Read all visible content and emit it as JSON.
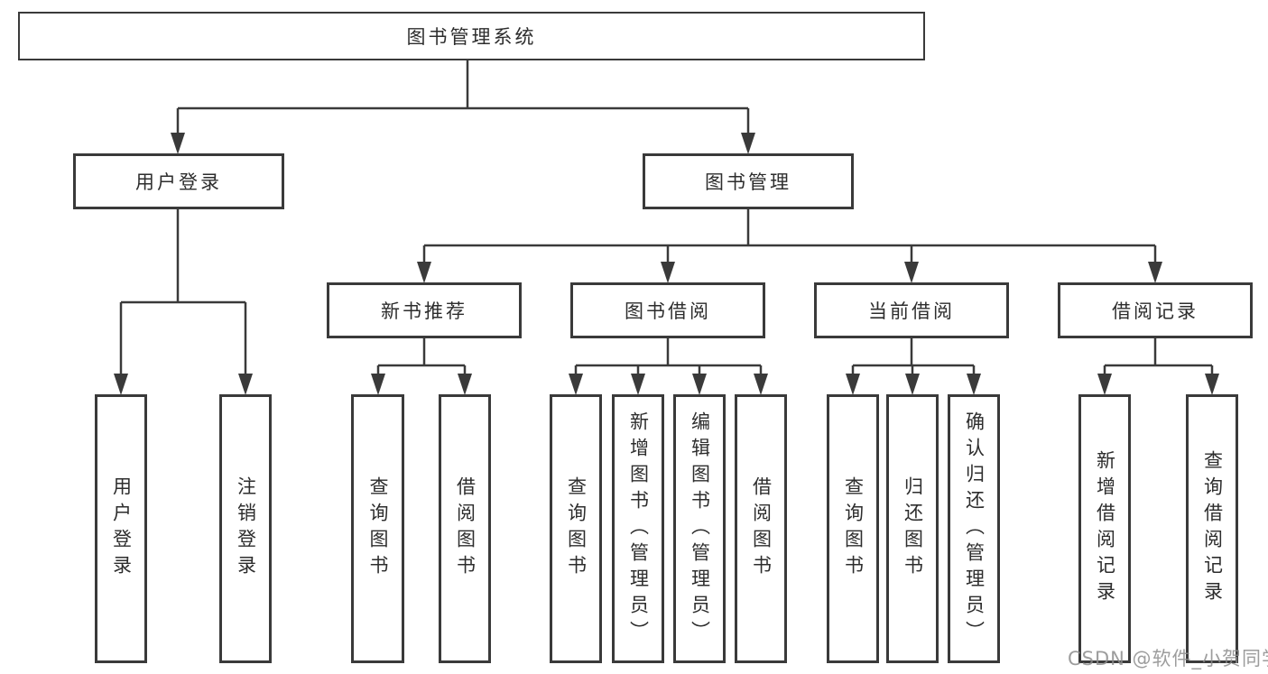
{
  "diagram": {
    "label": "图书管理系统",
    "children": [
      {
        "label": "用户登录",
        "children": [
          {
            "label": "用户登录"
          },
          {
            "label": "注销登录"
          }
        ]
      },
      {
        "label": "图书管理",
        "children": [
          {
            "label": "新书推荐",
            "children": [
              {
                "label": "查询图书"
              },
              {
                "label": "借阅图书"
              }
            ]
          },
          {
            "label": "图书借阅",
            "children": [
              {
                "label": "查询图书"
              },
              {
                "label": "新增图书（管理员）"
              },
              {
                "label": "编辑图书（管理员）"
              },
              {
                "label": "借阅图书"
              }
            ]
          },
          {
            "label": "当前借阅",
            "children": [
              {
                "label": "查询图书"
              },
              {
                "label": "归还图书"
              },
              {
                "label": "确认归还（管理员）"
              }
            ]
          },
          {
            "label": "借阅记录",
            "children": [
              {
                "label": "新增借阅记录"
              },
              {
                "label": "查询借阅记录"
              }
            ]
          }
        ]
      }
    ]
  },
  "watermark": "CSDN @软件_小贺同学",
  "colors": {
    "line": "#3a3a3a",
    "text": "#2d2d2d",
    "box_background": "#ffffff",
    "watermark": "#8c8c8c"
  }
}
